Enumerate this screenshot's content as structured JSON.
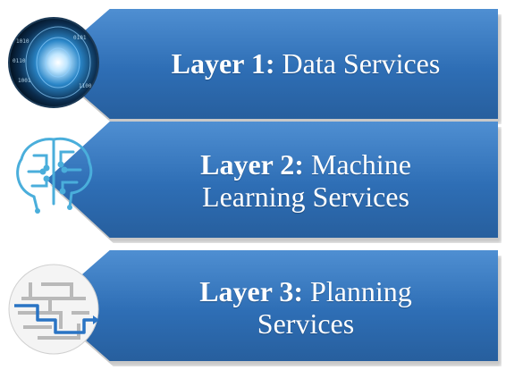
{
  "layers": [
    {
      "title": "Layer 1:",
      "name": "Data Services",
      "icon": "data-tunnel-icon"
    },
    {
      "title": "Layer 2:",
      "name": "Machine Learning Services",
      "name_line1": "Machine",
      "name_line2": "Learning Services",
      "icon": "circuit-brain-icon"
    },
    {
      "title": "Layer 3:",
      "name": "Planning Services",
      "name_line1": "Planning",
      "name_line2": "Services",
      "icon": "maze-icon"
    }
  ],
  "colors": {
    "banner_light": "#4f8fd2",
    "banner_dark": "#275f9e",
    "text": "#ffffff"
  }
}
